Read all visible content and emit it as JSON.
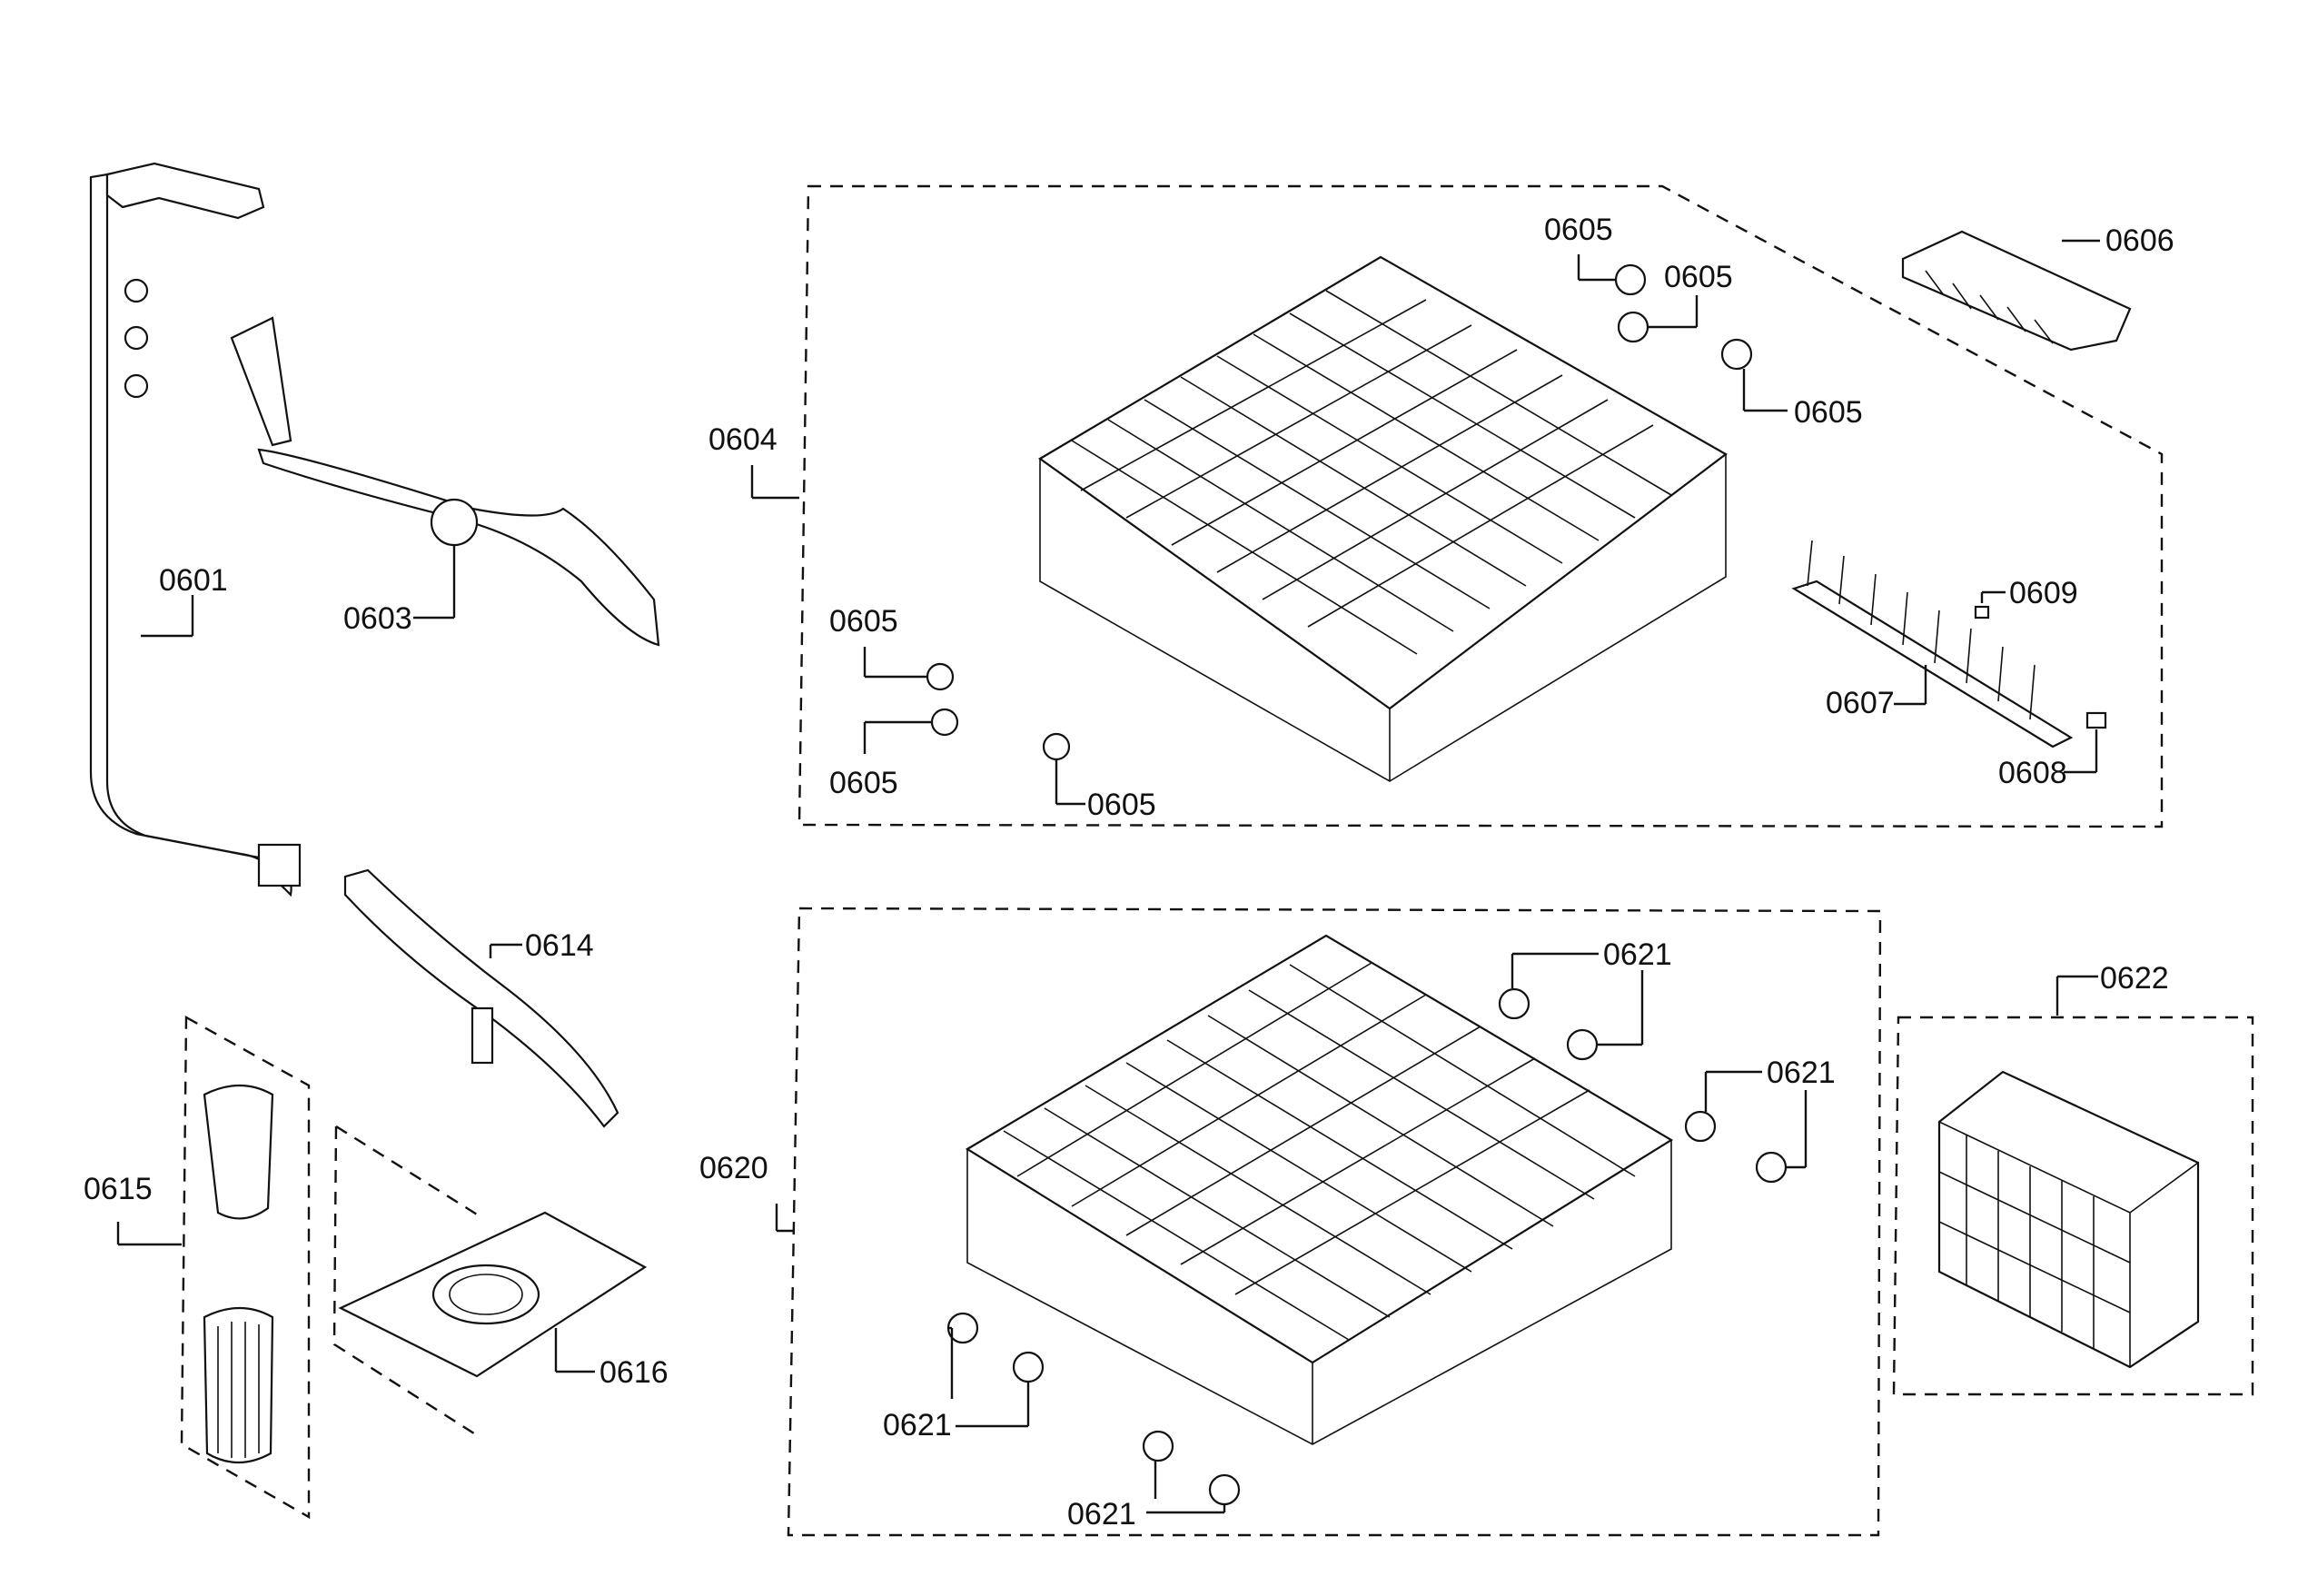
{
  "diagram": {
    "parts": [
      {
        "id": "p0601",
        "label": "0601"
      },
      {
        "id": "p0603",
        "label": "0603"
      },
      {
        "id": "p0604",
        "label": "0604"
      },
      {
        "id": "p0605",
        "label": "0605"
      },
      {
        "id": "p0606",
        "label": "0606"
      },
      {
        "id": "p0607",
        "label": "0607"
      },
      {
        "id": "p0608",
        "label": "0608"
      },
      {
        "id": "p0609",
        "label": "0609"
      },
      {
        "id": "p0614",
        "label": "0614"
      },
      {
        "id": "p0615",
        "label": "0615"
      },
      {
        "id": "p0616",
        "label": "0616"
      },
      {
        "id": "p0620",
        "label": "0620"
      },
      {
        "id": "p0621",
        "label": "0621"
      },
      {
        "id": "p0622",
        "label": "0622"
      }
    ]
  }
}
